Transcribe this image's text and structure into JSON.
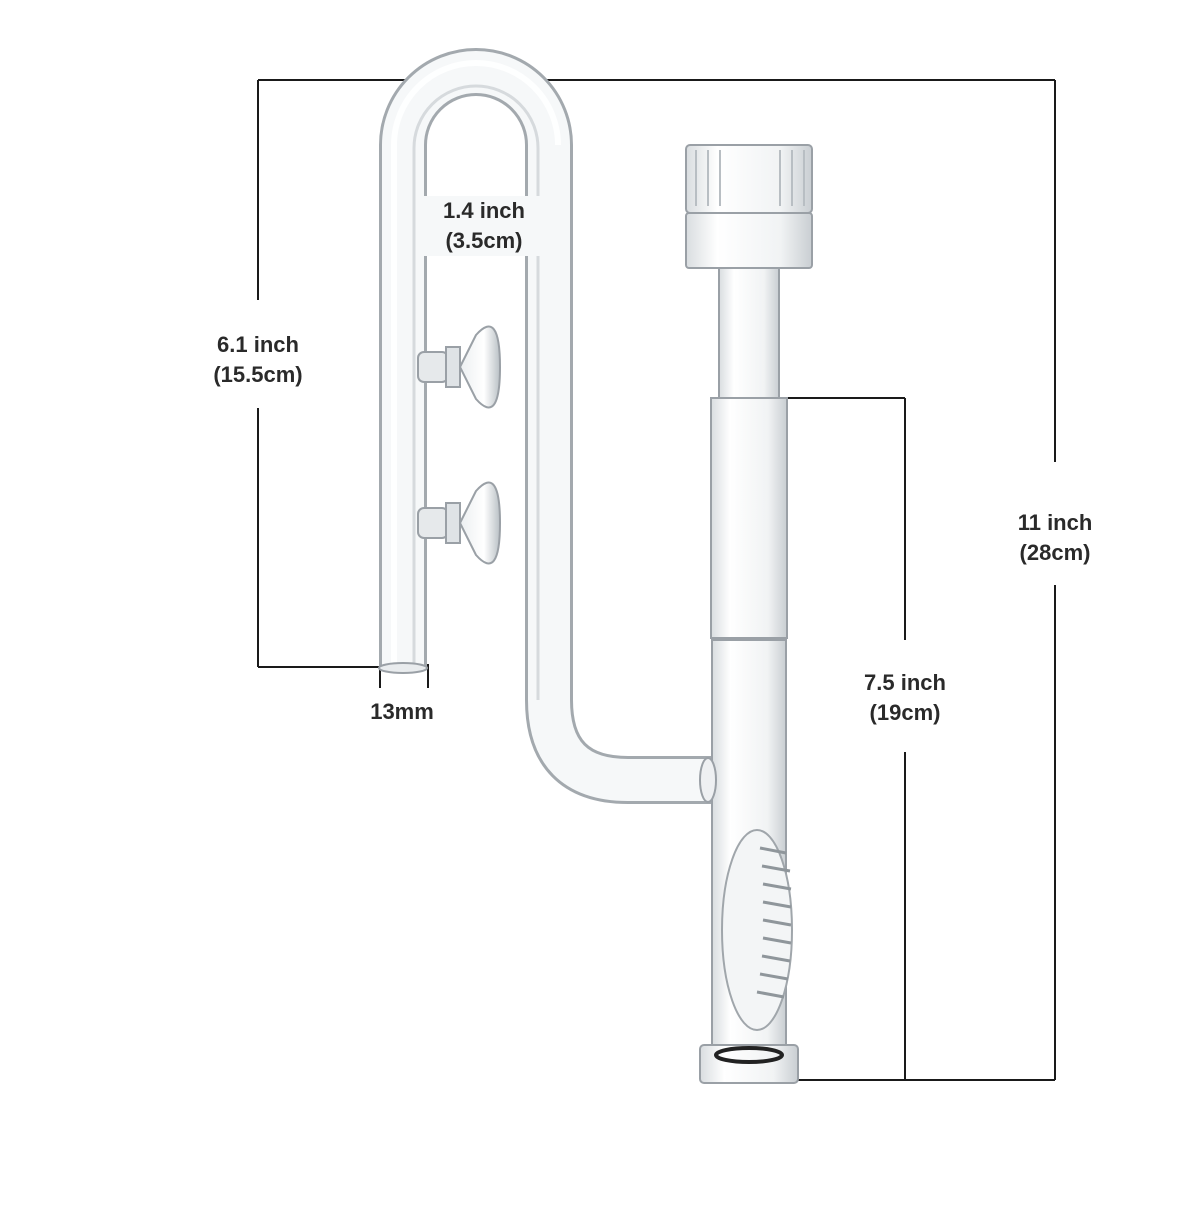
{
  "dimensions": {
    "outlet_width": {
      "inch": "1.4 inch",
      "cm": "(3.5cm)"
    },
    "outlet_height": {
      "inch": "6.1 inch",
      "cm": "(15.5cm)"
    },
    "outlet_tube_diameter": {
      "label": "13mm"
    },
    "total_height": {
      "inch": "11 inch",
      "cm": "(28cm)"
    },
    "inflow_height": {
      "inch": "7.5 inch",
      "cm": "(19cm)"
    }
  },
  "colors": {
    "background": "#ffffff",
    "dimension_line": "#1a1a1a",
    "glass_edge": "#9aa0a6",
    "glass_fill": "#f4f6f7",
    "text": "#2a2a2a"
  }
}
